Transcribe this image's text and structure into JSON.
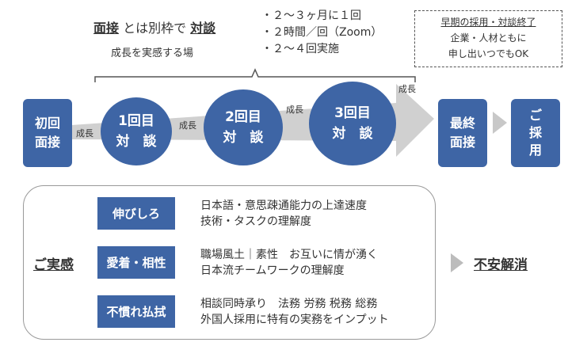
{
  "header": {
    "word1": "面接",
    "middle": " とは別枠で ",
    "word2": "対談",
    "subtitle": "成長を実感する場"
  },
  "bullets": [
    "・２〜３ヶ月に１回",
    "・２時間／回（Zoom）",
    "・２〜４回実施"
  ],
  "note": {
    "title": "早期の採用・対談終了",
    "line1": "企業・人材ともに",
    "line2": "申し出いつでもOK"
  },
  "flow": {
    "first_interview": [
      "初回",
      "面接"
    ],
    "growth_label": "成長",
    "talks": [
      {
        "num": "1回目",
        "word": "対　談"
      },
      {
        "num": "2回目",
        "word": "対　談"
      },
      {
        "num": "3回目",
        "word": "対　談"
      }
    ],
    "final_interview": [
      "最終",
      "面接"
    ],
    "hire": [
      "ご",
      "採",
      "用"
    ]
  },
  "panel": {
    "impression_label": "ご実感",
    "items": [
      {
        "label": "伸びしろ",
        "line1": "日本語・意思疎通能力の上達速度",
        "line2": "技術・タスクの理解度"
      },
      {
        "label": "愛着・相性",
        "line1": "職場風土｜素性　お互いに情が湧く",
        "line2": "日本流チームワークの理解度"
      },
      {
        "label": "不慣れ払拭",
        "line1": "相談同時承り　法務 労務 税務 総務",
        "line2": "外国人採用に特有の実務をインプット"
      }
    ],
    "result": "不安解消"
  },
  "colors": {
    "primary": "#3e65a5",
    "arrow": "#c8c8c8"
  }
}
